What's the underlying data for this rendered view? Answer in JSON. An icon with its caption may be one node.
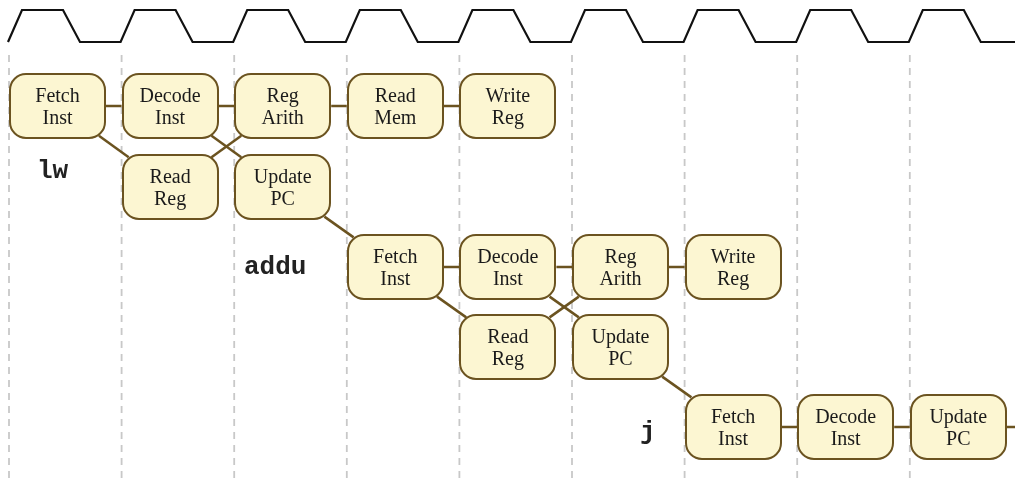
{
  "diagram": {
    "nodes": [
      {
        "text": [
          "Fetch Inst"
        ]
      },
      {
        "text": [
          "Decode Inst"
        ]
      },
      {
        "text": [
          "Reg Arith"
        ]
      },
      {
        "text": [
          "Read Mem"
        ]
      },
      {
        "text": [
          "Write Reg"
        ]
      },
      {
        "text": [
          "Read Reg"
        ]
      },
      {
        "text": [
          "Update PC"
        ]
      },
      {
        "text": [
          "Fetch Inst"
        ]
      },
      {
        "text": [
          "Decode Inst"
        ]
      },
      {
        "text": [
          "Reg Arith"
        ]
      },
      {
        "text": [
          "Write Reg"
        ]
      },
      {
        "text": [
          "Read Reg"
        ]
      },
      {
        "text": [
          "Update PC"
        ]
      },
      {
        "text": [
          "Fetch Inst"
        ]
      },
      {
        "text": [
          "Decode Inst"
        ]
      },
      {
        "text": [
          "Update PC"
        ]
      }
    ],
    "edges": [
      {
        "from": 0,
        "to": 1,
        "arrow": "none"
      },
      {
        "from": 1,
        "to": 2,
        "arrow": "none"
      },
      {
        "from": 2,
        "to": 3,
        "arrow": "none"
      },
      {
        "from": 3,
        "to": 4,
        "arrow": "none"
      },
      {
        "from": 0,
        "to": 5,
        "arrow": "none"
      },
      {
        "from": 5,
        "to": 2,
        "arrow": "none"
      },
      {
        "from": 1,
        "to": 6,
        "arrow": "none"
      },
      {
        "from": 6,
        "to": 7,
        "arrow": "none"
      },
      {
        "from": 7,
        "to": 8,
        "arrow": "none"
      },
      {
        "from": 8,
        "to": 9,
        "arrow": "none"
      },
      {
        "from": 9,
        "to": 10,
        "arrow": "none"
      },
      {
        "from": 7,
        "to": 11,
        "arrow": "none"
      },
      {
        "from": 11,
        "to": 9,
        "arrow": "none"
      },
      {
        "from": 8,
        "to": 12,
        "arrow": "none"
      },
      {
        "from": 12,
        "to": 13,
        "arrow": "none"
      },
      {
        "from": 13,
        "to": 14,
        "arrow": "none"
      },
      {
        "from": 14,
        "to": 15,
        "arrow": "none"
      },
      {
        "from": 15,
        "to": null,
        "arrow": "none"
      }
    ],
    "labels": [
      "lw",
      "addu",
      "j"
    ]
  }
}
